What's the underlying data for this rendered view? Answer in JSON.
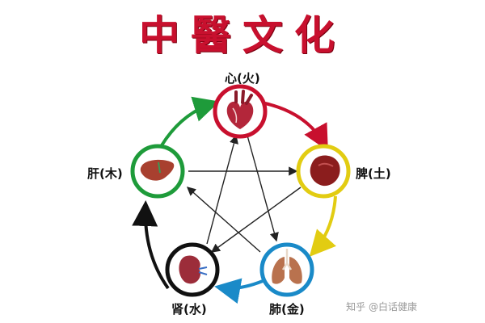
{
  "title": "中醫文化",
  "organs": [
    {
      "id": "heart",
      "label": "心(火)",
      "ring": "#c8102e",
      "organ_color": "#b3263a",
      "icon": "heart-icon"
    },
    {
      "id": "spleen",
      "label": "脾(土)",
      "ring": "#e2cc12",
      "organ_color": "#8b1d1d",
      "icon": "spleen-icon"
    },
    {
      "id": "lung",
      "label": "肺(金)",
      "ring": "#1a8ac8",
      "organ_color": "#b9724e",
      "icon": "lungs-icon"
    },
    {
      "id": "kidney",
      "label": "肾(水)",
      "ring": "#111111",
      "organ_color": "#9c2d3a",
      "icon": "kidney-icon"
    },
    {
      "id": "liver",
      "label": "肝(木)",
      "ring": "#1e9b3a",
      "organ_color": "#a8402f",
      "icon": "liver-icon"
    }
  ],
  "cycle_colors": {
    "heart_to_spleen": "#c8102e",
    "spleen_to_lung": "#e2cc12",
    "lung_to_kidney": "#1a8ac8",
    "kidney_to_liver": "#111111",
    "liver_to_heart": "#1e9b3a"
  },
  "watermark": "知乎 @白话健康"
}
